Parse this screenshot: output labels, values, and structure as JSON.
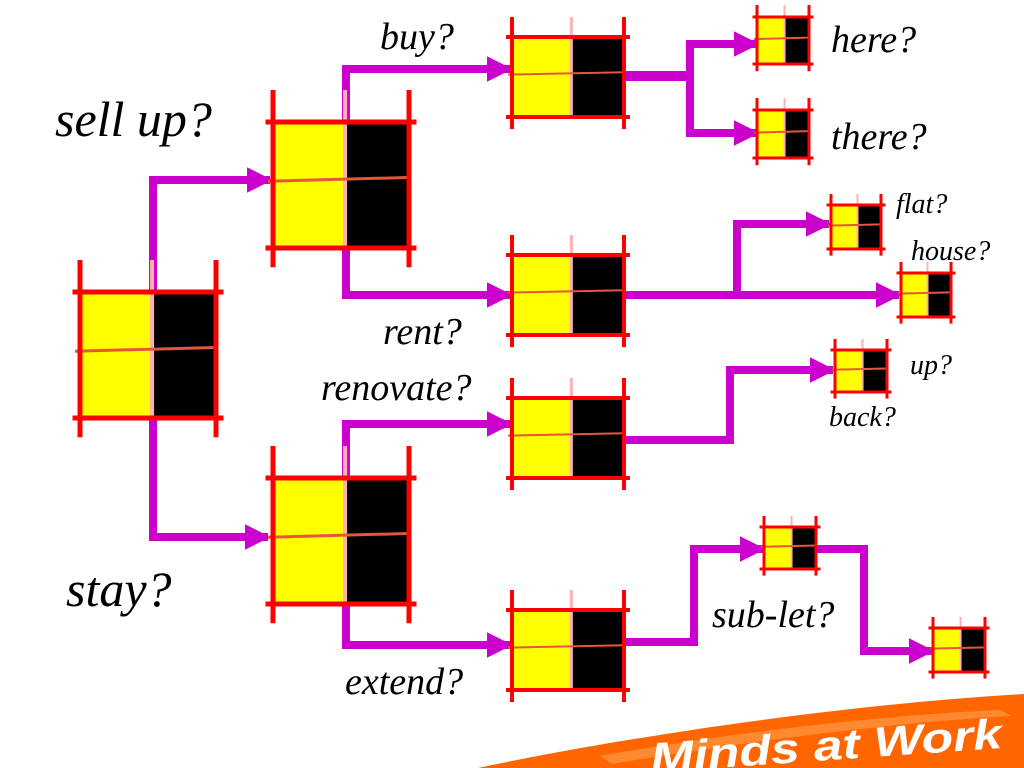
{
  "colors": {
    "connector": "#cc00cc",
    "box_left": "#ffff00",
    "box_right": "#000000",
    "box_border": "#ff0000",
    "mid_line": "#e8563a",
    "highlight": "#ffb0b0",
    "brand_swoosh": "#ff6600",
    "brand_text": "#ffffff"
  },
  "labels": {
    "sell_up": "sell up?",
    "stay": "stay?",
    "buy": "buy?",
    "rent": "rent?",
    "renovate": "renovate?",
    "extend": "extend?",
    "here": "here?",
    "there": "there?",
    "flat": "flat?",
    "house": "house?",
    "up": "up?",
    "back": "back?",
    "sub_let": "sub-let?"
  },
  "logo": {
    "text": "Minds at Work"
  }
}
